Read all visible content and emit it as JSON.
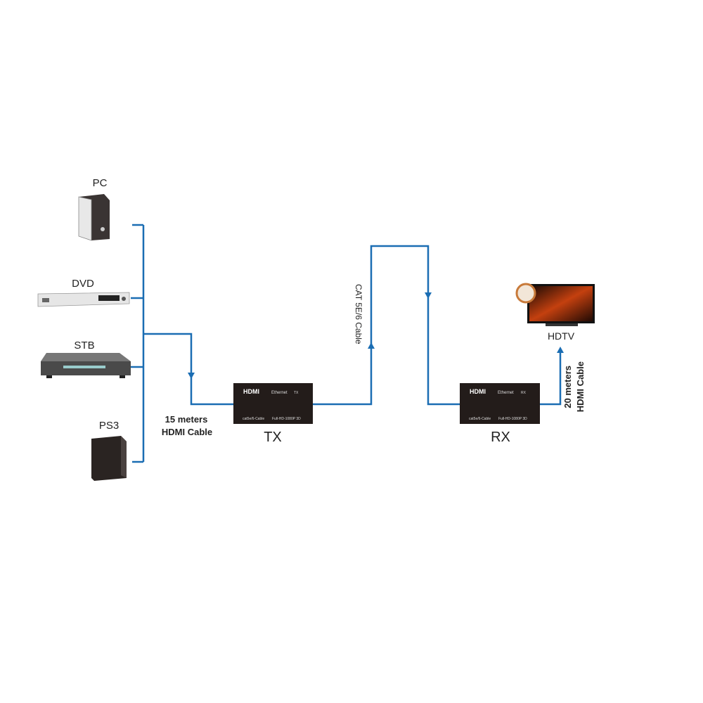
{
  "colors": {
    "cable": "#1a6db3",
    "device": "#2a2220"
  },
  "devices": {
    "pc": "PC",
    "dvd": "DVD",
    "stb": "STB",
    "ps3": "PS3",
    "hdtv": "HDTV"
  },
  "cables": {
    "input_line1": "15 meters",
    "input_line2": "HDMI Cable",
    "cat": "CAT 5E/6 Cable",
    "output_line1": "20 meters",
    "output_line2": "HDMI Cable"
  },
  "tx": {
    "label": "TX",
    "brand": "HDMI",
    "ethernet": "Ethernet",
    "tag": "TX",
    "footer_left": "cat5e/6-Cable",
    "footer_right": "Full-HD-1080P 3D"
  },
  "rx": {
    "label": "RX",
    "brand": "HDMI",
    "ethernet": "Ethernet",
    "tag": "RX",
    "footer_left": "cat5e/6-Cable",
    "footer_right": "Full-HD-1080P 3D"
  }
}
